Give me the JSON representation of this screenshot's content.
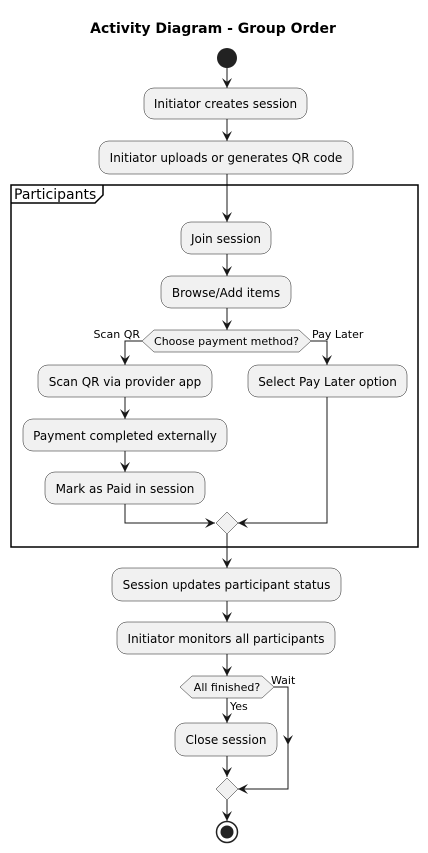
{
  "title": "Activity Diagram - Group Order",
  "partition": {
    "label": "Participants"
  },
  "nodes": {
    "create_session": "Initiator creates session",
    "upload_qr": "Initiator uploads or generates QR code",
    "join_session": "Join session",
    "browse_add": "Browse/Add items",
    "scan_qr_app": "Scan QR via provider app",
    "payment_external": "Payment completed externally",
    "mark_paid": "Mark as Paid in session",
    "select_pay_later": "Select Pay Later option",
    "session_updates": "Session updates participant status",
    "monitor": "Initiator monitors all participants",
    "close_session": "Close session"
  },
  "decisions": {
    "payment_method": {
      "question": "Choose payment method?",
      "left_label": "Scan QR",
      "right_label": "Pay Later"
    },
    "all_finished": {
      "question": "All finished?",
      "yes_label": "Yes",
      "wait_label": "Wait"
    }
  },
  "colors": {
    "node_fill": "#f1f1f1",
    "node_stroke": "#181818",
    "start_end": "#222222"
  }
}
